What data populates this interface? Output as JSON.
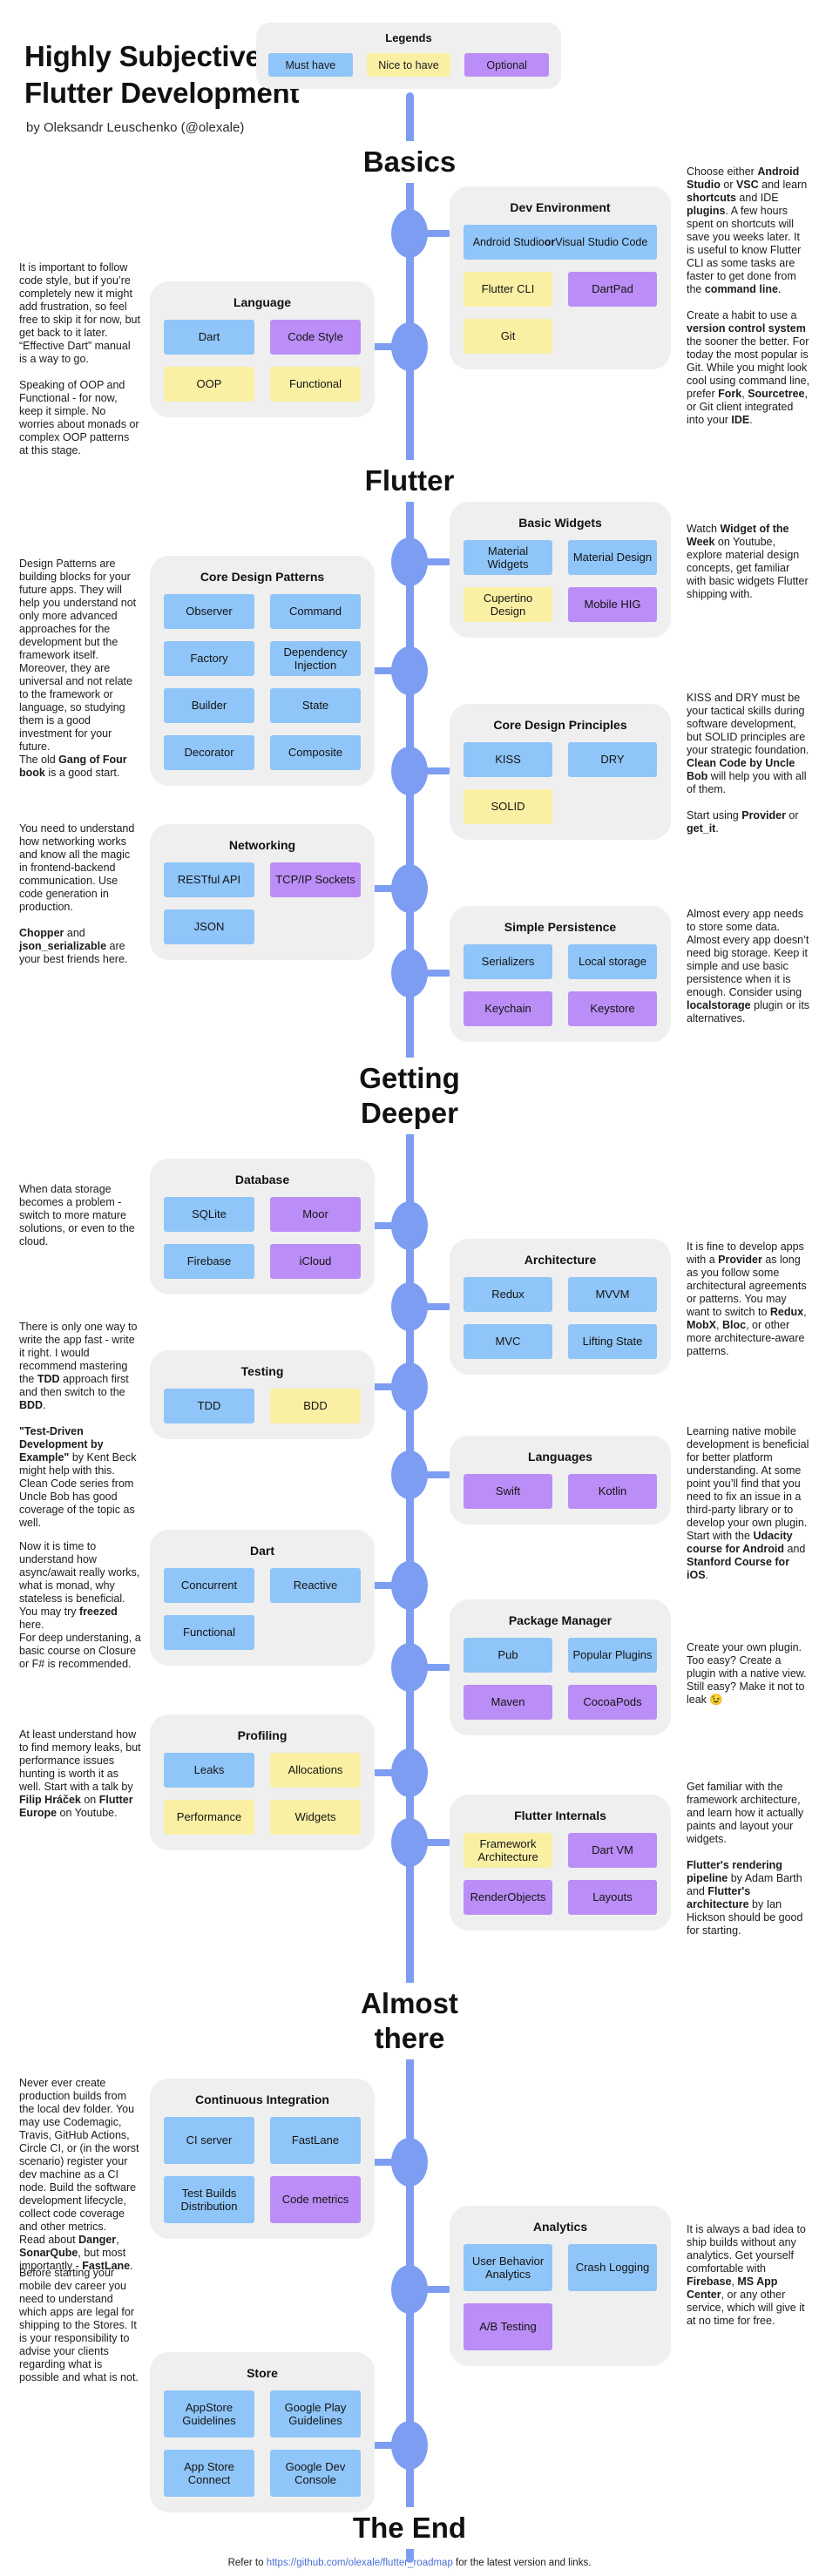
{
  "page_title": "Highly Subjective Roadmap to Flutter Development",
  "byline": "by Oleksandr Leuschenko (@olexale)",
  "legend": {
    "title": "Legends",
    "items": [
      {
        "label": "Must have",
        "type": "must"
      },
      {
        "label": "Nice to have",
        "type": "nice"
      },
      {
        "label": "Optional",
        "type": "opt"
      }
    ]
  },
  "colors": {
    "must_have": "#8FC5F8",
    "nice_to_have": "#FAF0A4",
    "optional": "#BB8DF6",
    "timeline": "#7D9DF3",
    "box_background": "#EFEFEF",
    "link": "#4A6FD6"
  },
  "headings": {
    "basics": "Basics",
    "flutter": "Flutter",
    "getting_deeper": "Getting\nDeeper",
    "almost_there": "Almost\nthere",
    "the_end": "The End"
  },
  "boxes": {
    "dev_environment": {
      "title": "Dev Environment",
      "chips": [
        {
          "type": "must",
          "wide": true,
          "segs": [
            [
              "Android Studio ",
              0
            ],
            [
              "or",
              1
            ],
            [
              " Visual Studio Code",
              0
            ]
          ]
        },
        {
          "label": "Flutter CLI",
          "type": "nice"
        },
        {
          "label": "DartPad",
          "type": "opt"
        },
        {
          "label": "Git",
          "type": "nice"
        }
      ]
    },
    "language": {
      "title": "Language",
      "chips": [
        {
          "label": "Dart",
          "type": "must"
        },
        {
          "label": "Code Style",
          "type": "opt"
        },
        {
          "label": "OOP",
          "type": "nice"
        },
        {
          "label": "Functional",
          "type": "nice"
        }
      ]
    },
    "basic_widgets": {
      "title": "Basic Widgets",
      "chips": [
        {
          "label": "Material Widgets",
          "type": "must"
        },
        {
          "label": "Material Design",
          "type": "must"
        },
        {
          "label": "Cupertino Design",
          "type": "nice"
        },
        {
          "label": "Mobile HIG",
          "type": "opt"
        }
      ]
    },
    "core_design_patterns": {
      "title": "Core Design Patterns",
      "chips": [
        {
          "label": "Observer",
          "type": "must"
        },
        {
          "label": "Command",
          "type": "must"
        },
        {
          "label": "Factory",
          "type": "must"
        },
        {
          "label": "Dependency Injection",
          "type": "must"
        },
        {
          "label": "Builder",
          "type": "must"
        },
        {
          "label": "State",
          "type": "must"
        },
        {
          "label": "Decorator",
          "type": "must"
        },
        {
          "label": "Composite",
          "type": "must"
        }
      ]
    },
    "core_design_principles": {
      "title": "Core Design Principles",
      "chips": [
        {
          "label": "KISS",
          "type": "must"
        },
        {
          "label": "DRY",
          "type": "must"
        },
        {
          "label": "SOLID",
          "type": "nice"
        }
      ]
    },
    "networking": {
      "title": "Networking",
      "chips": [
        {
          "label": "RESTful API",
          "type": "must"
        },
        {
          "label": "TCP/IP Sockets",
          "type": "opt"
        },
        {
          "label": "JSON",
          "type": "must"
        }
      ]
    },
    "simple_persistence": {
      "title": "Simple Persistence",
      "chips": [
        {
          "label": "Serializers",
          "type": "must"
        },
        {
          "label": "Local storage",
          "type": "must"
        },
        {
          "label": "Keychain",
          "type": "opt"
        },
        {
          "label": "Keystore",
          "type": "opt"
        }
      ]
    },
    "database": {
      "title": "Database",
      "chips": [
        {
          "label": "SQLite",
          "type": "must"
        },
        {
          "label": "Moor",
          "type": "opt"
        },
        {
          "label": "Firebase",
          "type": "must"
        },
        {
          "label": "iCloud",
          "type": "opt"
        }
      ]
    },
    "architecture": {
      "title": "Architecture",
      "chips": [
        {
          "label": "Redux",
          "type": "must"
        },
        {
          "label": "MVVM",
          "type": "must"
        },
        {
          "label": "MVC",
          "type": "must"
        },
        {
          "label": "Lifting State",
          "type": "must"
        }
      ]
    },
    "testing": {
      "title": "Testing",
      "chips": [
        {
          "label": "TDD",
          "type": "must"
        },
        {
          "label": "BDD",
          "type": "nice"
        }
      ]
    },
    "languages": {
      "title": "Languages",
      "chips": [
        {
          "label": "Swift",
          "type": "opt"
        },
        {
          "label": "Kotlin",
          "type": "opt"
        }
      ]
    },
    "dart": {
      "title": "Dart",
      "chips": [
        {
          "label": "Concurrent",
          "type": "must"
        },
        {
          "label": "Reactive",
          "type": "must"
        },
        {
          "label": "Functional",
          "type": "must"
        }
      ]
    },
    "package_manager": {
      "title": "Package Manager",
      "chips": [
        {
          "label": "Pub",
          "type": "must"
        },
        {
          "label": "Popular Plugins",
          "type": "must"
        },
        {
          "label": "Maven",
          "type": "opt"
        },
        {
          "label": "CocoaPods",
          "type": "opt"
        }
      ]
    },
    "profiling": {
      "title": "Profiling",
      "chips": [
        {
          "label": "Leaks",
          "type": "must"
        },
        {
          "label": "Allocations",
          "type": "nice"
        },
        {
          "label": "Performance",
          "type": "nice"
        },
        {
          "label": "Widgets",
          "type": "nice"
        }
      ]
    },
    "flutter_internals": {
      "title": "Flutter Internals",
      "chips": [
        {
          "label": "Framework Architecture",
          "type": "nice"
        },
        {
          "label": "Dart VM",
          "type": "opt"
        },
        {
          "label": "RenderObjects",
          "type": "opt"
        },
        {
          "label": "Layouts",
          "type": "opt"
        }
      ]
    },
    "continuous_integration": {
      "title": "Continuous Integration",
      "chip_h": 50,
      "chips": [
        {
          "label": "CI server",
          "type": "must"
        },
        {
          "label": "FastLane",
          "type": "must"
        },
        {
          "label": "Test Builds Distribution",
          "type": "must"
        },
        {
          "label": "Code metrics",
          "type": "opt"
        }
      ]
    },
    "analytics": {
      "title": "Analytics",
      "chip_h": 50,
      "chips": [
        {
          "label": "User Behavior Analytics",
          "type": "must"
        },
        {
          "label": "Crash Logging",
          "type": "must"
        },
        {
          "label": "A/B Testing",
          "type": "opt"
        }
      ]
    },
    "store": {
      "title": "Store",
      "chip_h": 50,
      "chips": [
        {
          "label": "AppStore Guidelines",
          "type": "must"
        },
        {
          "label": "Google Play Guidelines",
          "type": "must"
        },
        {
          "label": "App Store Connect",
          "type": "must"
        },
        {
          "label": "Google Dev Console",
          "type": "must"
        }
      ]
    }
  },
  "notes": {
    "basics_left": [
      [
        "It is important to follow code style, but if you’re completely new it might add frustration, so feel free to skip it for now, but get back to it later. “Effective Dart” manual is a way to go.\n\nSpeaking of OOP and Functional - for now, keep it simple. No worries about monads or complex OOP patterns at this stage.",
        0
      ]
    ],
    "basics_right": [
      [
        "Choose either ",
        0
      ],
      [
        "Android Studio",
        1
      ],
      [
        " or ",
        0
      ],
      [
        "VSC",
        1
      ],
      [
        " and learn ",
        0
      ],
      [
        "shortcuts",
        1
      ],
      [
        " and IDE ",
        0
      ],
      [
        "plugins",
        1
      ],
      [
        ". A few hours spent on shortcuts will save you weeks later. It is useful to know Flutter CLI as some tasks are faster to get done from the ",
        0
      ],
      [
        "command line",
        1
      ],
      [
        ".\n\nCreate a habit to use a ",
        0
      ],
      [
        "version control system",
        1
      ],
      [
        " the sooner the better. For today the most popular is Git. While you might look cool using command line, prefer ",
        0
      ],
      [
        "Fork",
        1
      ],
      [
        ", ",
        0
      ],
      [
        "Sourcetree",
        1
      ],
      [
        ", or Git client integrated into your ",
        0
      ],
      [
        "IDE",
        1
      ],
      [
        ".",
        0
      ]
    ],
    "design_patterns": [
      [
        "Design Patterns are building blocks for your future apps. They will help you understand not only more advanced approaches for the development but the framework itself. Moreover, they are universal and not relate to the framework or language, so studying them is a good investment for your future.\nThe old ",
        0
      ],
      [
        "Gang of Four book",
        1
      ],
      [
        " is a good start.",
        0
      ]
    ],
    "basic_widgets": [
      [
        "Watch ",
        0
      ],
      [
        "Widget of the Week",
        1
      ],
      [
        " on Youtube, explore material design concepts, get familiar with basic widgets Flutter shipping with.",
        0
      ]
    ],
    "principles": [
      [
        "KISS and DRY must be your tactical skills during software development, but SOLID principles are your strategic foundation. ",
        0
      ],
      [
        "Clean Code by Uncle Bob",
        1
      ],
      [
        " will help you with all of them.\n\nStart using ",
        0
      ],
      [
        "Provider",
        1
      ],
      [
        " or ",
        0
      ],
      [
        "get_it",
        1
      ],
      [
        ".",
        0
      ]
    ],
    "networking": [
      [
        "You need to understand how networking works and know all the magic in frontend-backend communication. Use code generation in production.\n\n",
        0
      ],
      [
        "Chopper",
        1
      ],
      [
        " and ",
        0
      ],
      [
        "json_serializable",
        1
      ],
      [
        " are your best friends here.",
        0
      ]
    ],
    "persistence": [
      [
        "Almost every app needs to store some data. Almost every app doesn’t need big storage. Keep it simple and use basic persistence when it is enough. Consider using ",
        0
      ],
      [
        "localstorage",
        1
      ],
      [
        " plugin or its alternatives.",
        0
      ]
    ],
    "database": [
      [
        "When data storage becomes a problem - switch to more mature solutions, or even to the cloud.",
        0
      ]
    ],
    "architecture": [
      [
        "It is fine to develop apps with a ",
        0
      ],
      [
        "Provider",
        1
      ],
      [
        " as long as you follow some architectural agreements or patterns. You may want to switch to ",
        0
      ],
      [
        "Redux",
        1
      ],
      [
        ", ",
        0
      ],
      [
        "MobX",
        1
      ],
      [
        ", ",
        0
      ],
      [
        "Bloc",
        1
      ],
      [
        ", or other more architecture-aware patterns.",
        0
      ]
    ],
    "testing": [
      [
        "There is only one way to write the app fast - write it right. I would recommend mastering the ",
        0
      ],
      [
        "TDD",
        1
      ],
      [
        " approach first and then switch to the ",
        0
      ],
      [
        "BDD",
        1
      ],
      [
        ".\n\n",
        0
      ],
      [
        "\"Test-Driven Development by Example\"",
        1
      ],
      [
        " by Kent Beck might help with this. Clean Code series from Uncle Bob has good coverage of the topic as well.",
        0
      ]
    ],
    "native": [
      [
        "Learning native mobile development is beneficial for better platform understanding. At some point you’ll find that you need to fix an issue in a third-party library or to develop your own plugin. Start with the ",
        0
      ],
      [
        "Udacity course for Android",
        1
      ],
      [
        " and ",
        0
      ],
      [
        "Stanford Course for iOS",
        1
      ],
      [
        ".",
        0
      ]
    ],
    "dart": [
      [
        "Now it is time to understand how async/await really works, what is monad, why stateless is beneficial.\nYou may try ",
        0
      ],
      [
        "freezed",
        1
      ],
      [
        " here.\nFor deep understaning, a basic course on Closure or F# is recommended.",
        0
      ]
    ],
    "plugin": [
      [
        "Create your own plugin. Too easy? Create a plugin with a native view. Still easy? Make it not to leak 😉",
        0
      ]
    ],
    "profiling": [
      [
        "At least understand how to find memory leaks, but performance issues hunting is worth it as well. Start with a talk by ",
        0
      ],
      [
        "Filip Hráček",
        1
      ],
      [
        " on ",
        0
      ],
      [
        "Flutter Europe",
        1
      ],
      [
        " on Youtube.",
        0
      ]
    ],
    "internals": [
      [
        "Get familiar with the framework architecture, and learn how it actually paints and layout your widgets.\n\n",
        0
      ],
      [
        "Flutter's rendering pipeline",
        1
      ],
      [
        " by Adam Barth and ",
        0
      ],
      [
        "Flutter's architecture",
        1
      ],
      [
        " by Ian Hickson should be good for starting.",
        0
      ]
    ],
    "ci": [
      [
        "Never ever create production builds from the local dev folder. You may use Codemagic, Travis, GitHub Actions, Circle CI, or (in the worst scenario) register your dev machine as a CI node. Build the software development lifecycle, collect code coverage and other metrics.\nRead about ",
        0
      ],
      [
        "Danger",
        1
      ],
      [
        ", ",
        0
      ],
      [
        "SonarQube",
        1
      ],
      [
        ", but most importantly - ",
        0
      ],
      [
        "FastLane",
        1
      ],
      [
        ".",
        0
      ]
    ],
    "analytics": [
      [
        "It is always a bad idea to ship builds without any analytics. Get yourself comfortable with ",
        0
      ],
      [
        "Firebase",
        1
      ],
      [
        ", ",
        0
      ],
      [
        "MS App Center",
        1
      ],
      [
        ", or any other service, which will give it at no time for free.",
        0
      ]
    ],
    "store": [
      [
        "Before starting your mobile dev career you need to understand which apps are legal for shipping to the Stores. It is your responsibility to advise your clients regarding what is possible and what is not.",
        0
      ]
    ]
  },
  "footer": {
    "prefix": "Refer to ",
    "link_text": "https://github.com/olexale/flutter_roadmap",
    "suffix": " for the latest version and links."
  }
}
